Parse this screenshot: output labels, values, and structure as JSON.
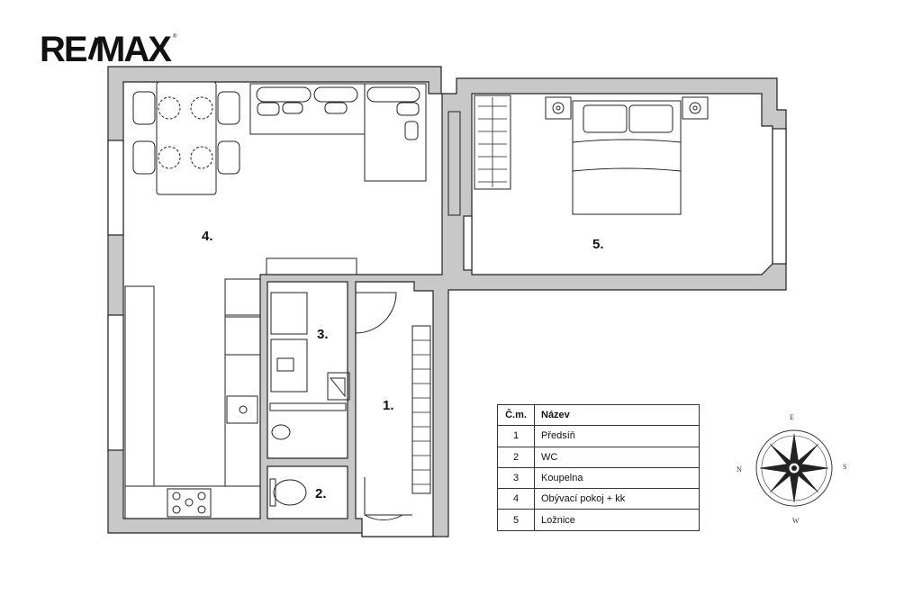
{
  "brand": {
    "logo_text": "RE/MAX"
  },
  "rooms": [
    {
      "id": "room-1",
      "label": "1."
    },
    {
      "id": "room-2",
      "label": "2."
    },
    {
      "id": "room-3",
      "label": "3."
    },
    {
      "id": "room-4",
      "label": "4."
    },
    {
      "id": "room-5",
      "label": "5."
    }
  ],
  "legend": {
    "headers": {
      "number": "Č.m.",
      "name": "Název"
    },
    "rows": [
      {
        "number": "1",
        "name": "Předsíň"
      },
      {
        "number": "2",
        "name": "WC"
      },
      {
        "number": "3",
        "name": "Koupelna"
      },
      {
        "number": "4",
        "name": "Obývací pokoj + kk"
      },
      {
        "number": "5",
        "name": "Ložnice"
      }
    ]
  },
  "compass": {
    "north": "N",
    "east": "E",
    "south": "S",
    "west": "W"
  },
  "colors": {
    "wall": "#c8c8c8",
    "outline": "#222222",
    "floor": "#ffffff"
  }
}
